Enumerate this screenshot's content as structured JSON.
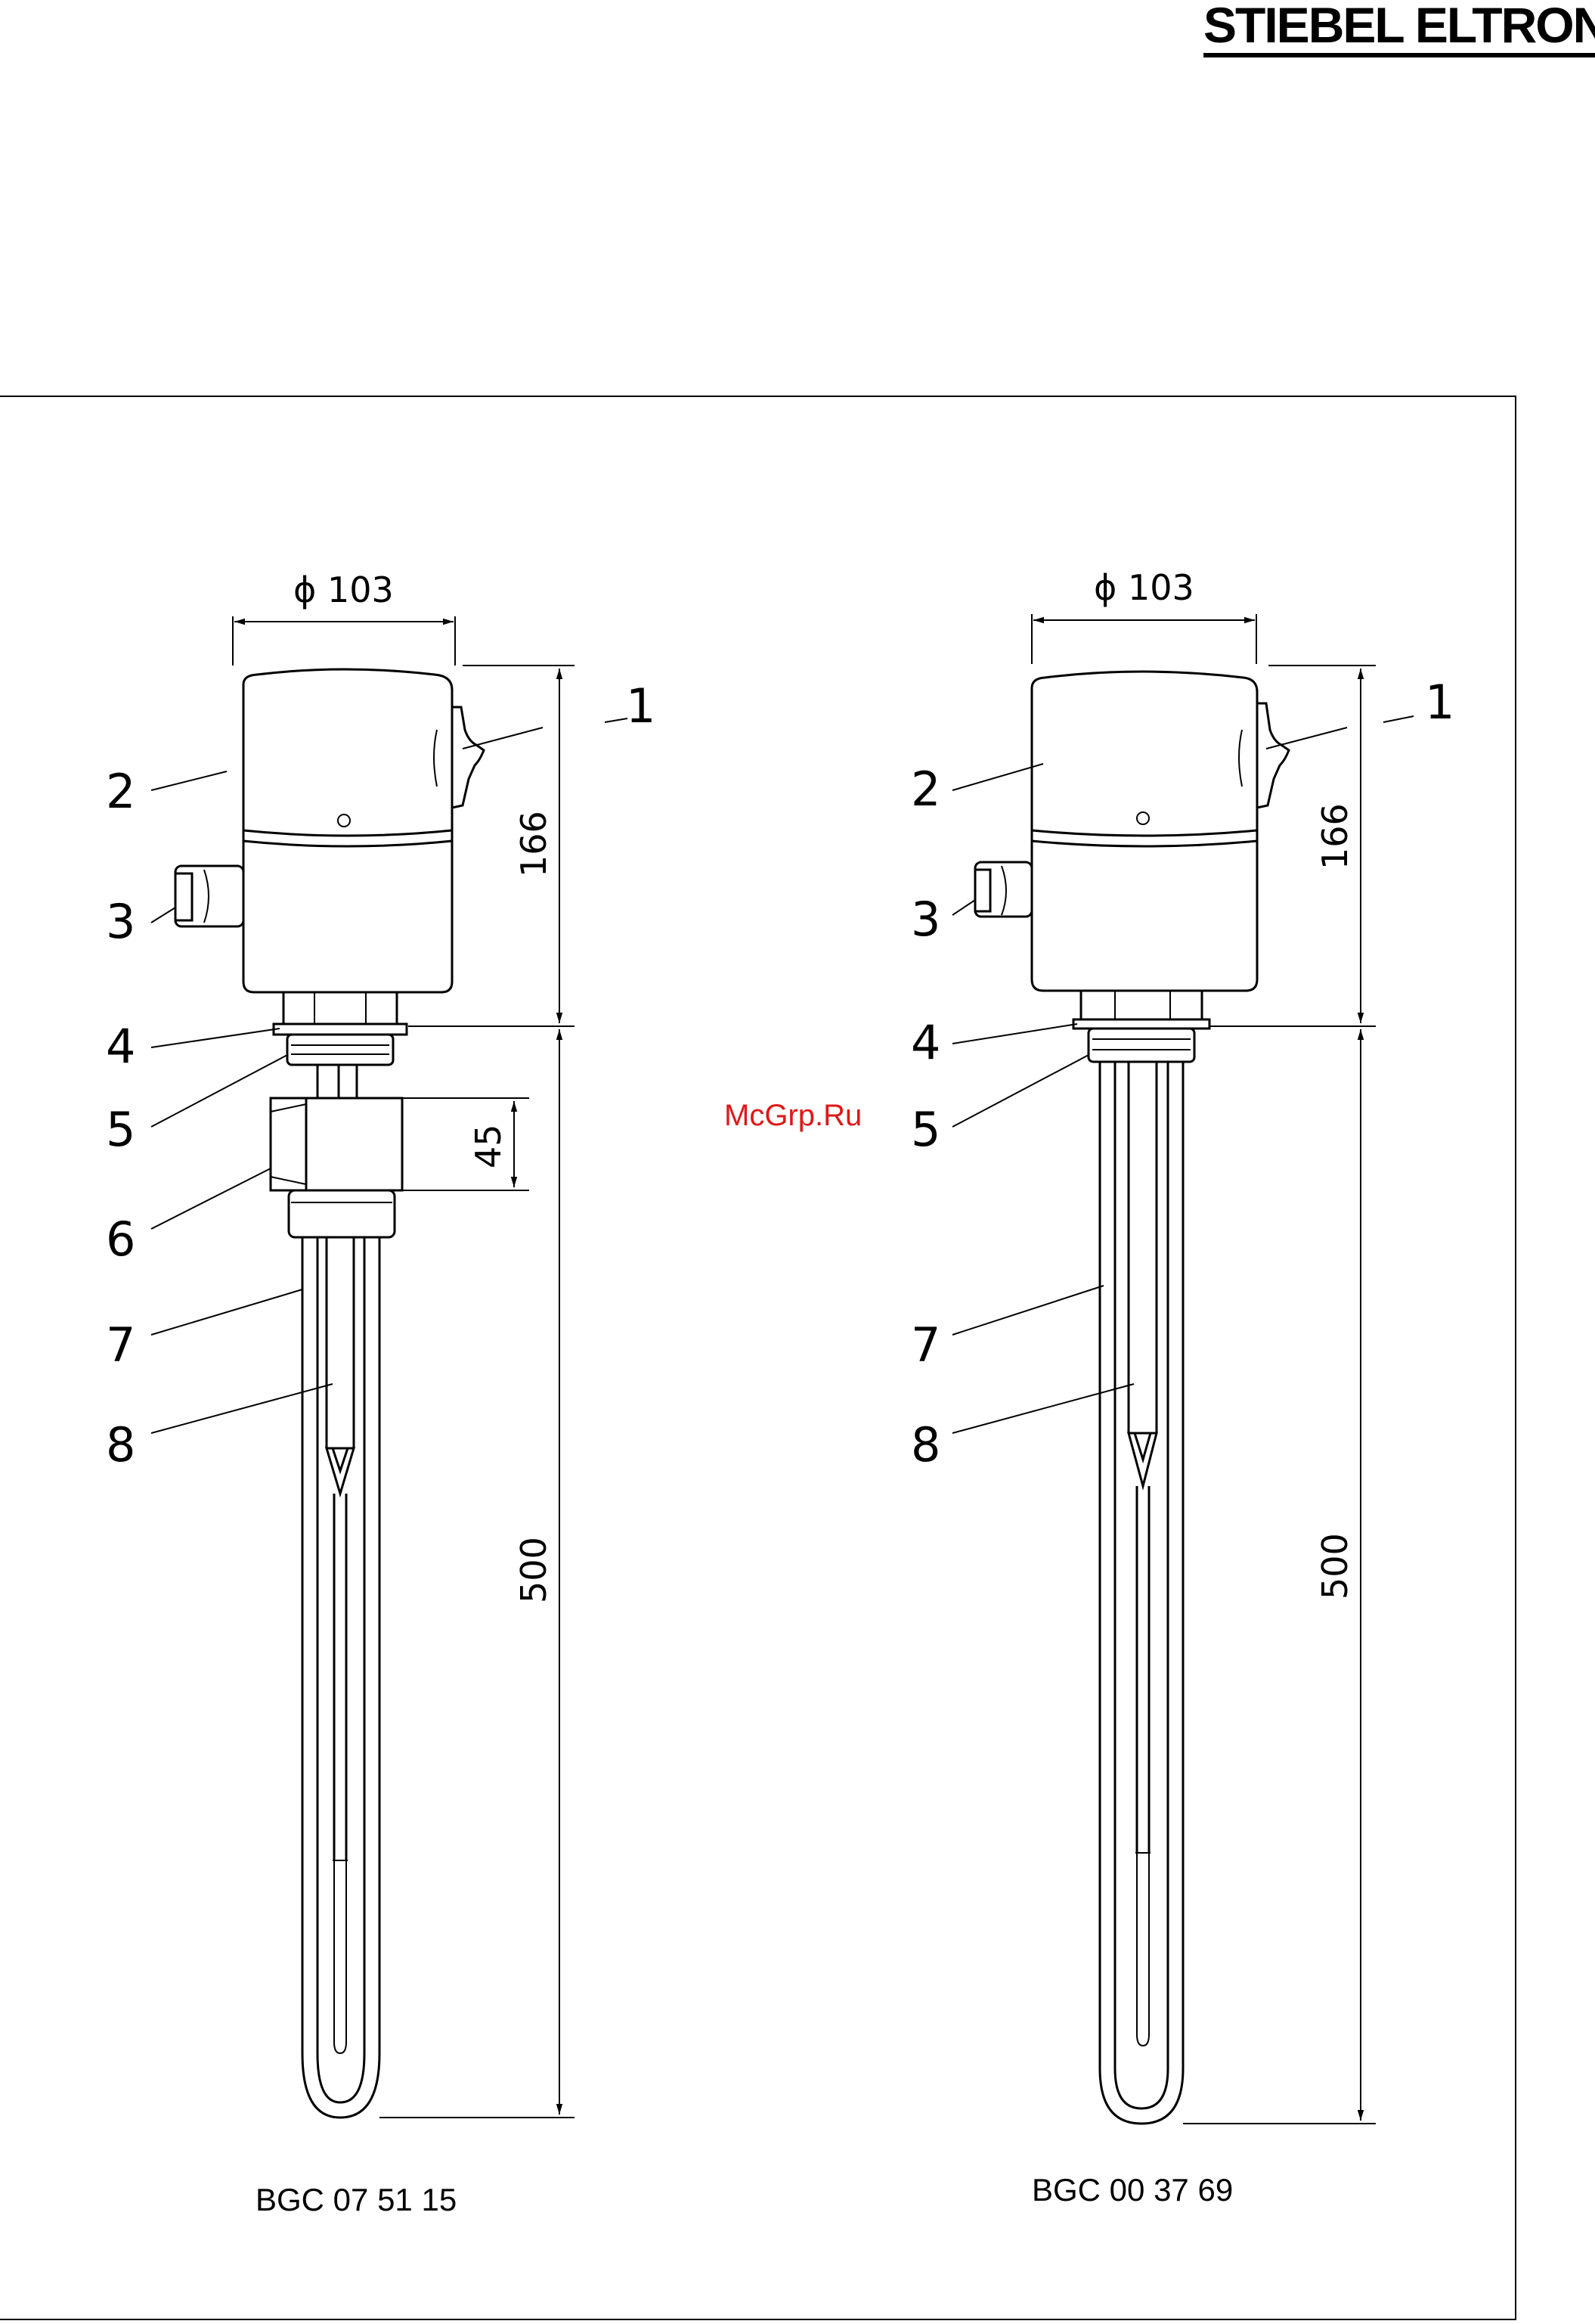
{
  "brand": {
    "logo_text": "STIEBEL ELTRON"
  },
  "watermark": "McGrp.Ru",
  "drawings": [
    {
      "id": "left",
      "code": "BGC 07 51 15",
      "diameter_label": "ϕ 103",
      "dimensions": {
        "head_height": "166",
        "nut_height": "45",
        "rod_length": "500"
      },
      "callouts": [
        "1",
        "2",
        "3",
        "4",
        "5",
        "6",
        "7",
        "8"
      ]
    },
    {
      "id": "right",
      "code": "BGC 00 37 69",
      "diameter_label": "ϕ 103",
      "dimensions": {
        "head_height": "166",
        "rod_length": "500"
      },
      "callouts": [
        "1",
        "2",
        "3",
        "4",
        "5",
        "7",
        "8"
      ]
    }
  ]
}
